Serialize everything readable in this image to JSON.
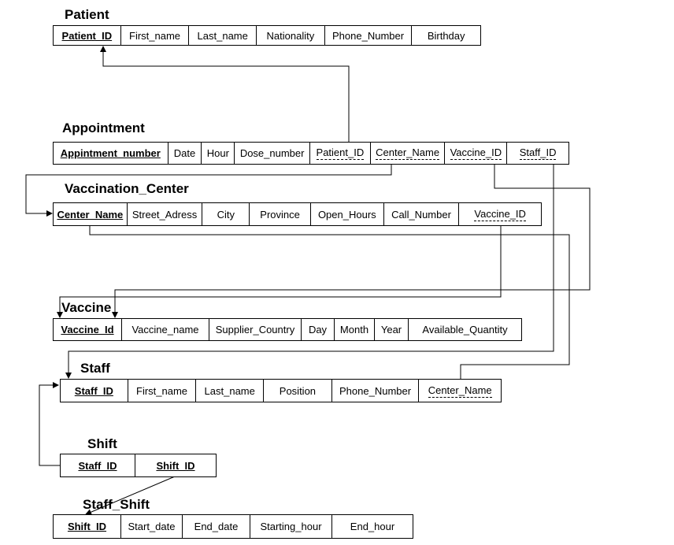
{
  "tables": {
    "patient": {
      "title": "Patient",
      "columns": [
        "Patient_ID",
        "First_name",
        "Last_name",
        "Nationality",
        "Phone_Number",
        "Birthday"
      ]
    },
    "appointment": {
      "title": "Appointment",
      "columns": [
        "Appintment_number",
        "Date",
        "Hour",
        "Dose_number",
        "Patient_ID",
        "Center_Name",
        "Vaccine_ID",
        "Staff_ID"
      ]
    },
    "center": {
      "title": "Vaccination_Center",
      "columns": [
        "Center_Name",
        "Street_Adress",
        "City",
        "Province",
        "Open_Hours",
        "Call_Number",
        "Vaccine_ID"
      ]
    },
    "vaccine": {
      "title": "Vaccine",
      "columns": [
        "Vaccine_Id",
        "Vaccine_name",
        "Supplier_Country",
        "Day",
        "Month",
        "Year",
        "Available_Quantity"
      ]
    },
    "staff": {
      "title": "Staff",
      "columns": [
        "Staff_ID",
        "First_name",
        "Last_name",
        "Position",
        "Phone_Number",
        "Center_Name"
      ]
    },
    "shift": {
      "title": "Shift",
      "columns": [
        "Staff_ID",
        "Shift_ID"
      ]
    },
    "staff_shift": {
      "title": "Staff_Shift",
      "columns": [
        "Shift_ID",
        "Start_date",
        "End_date",
        "Starting_hour",
        "End_hour"
      ]
    }
  }
}
